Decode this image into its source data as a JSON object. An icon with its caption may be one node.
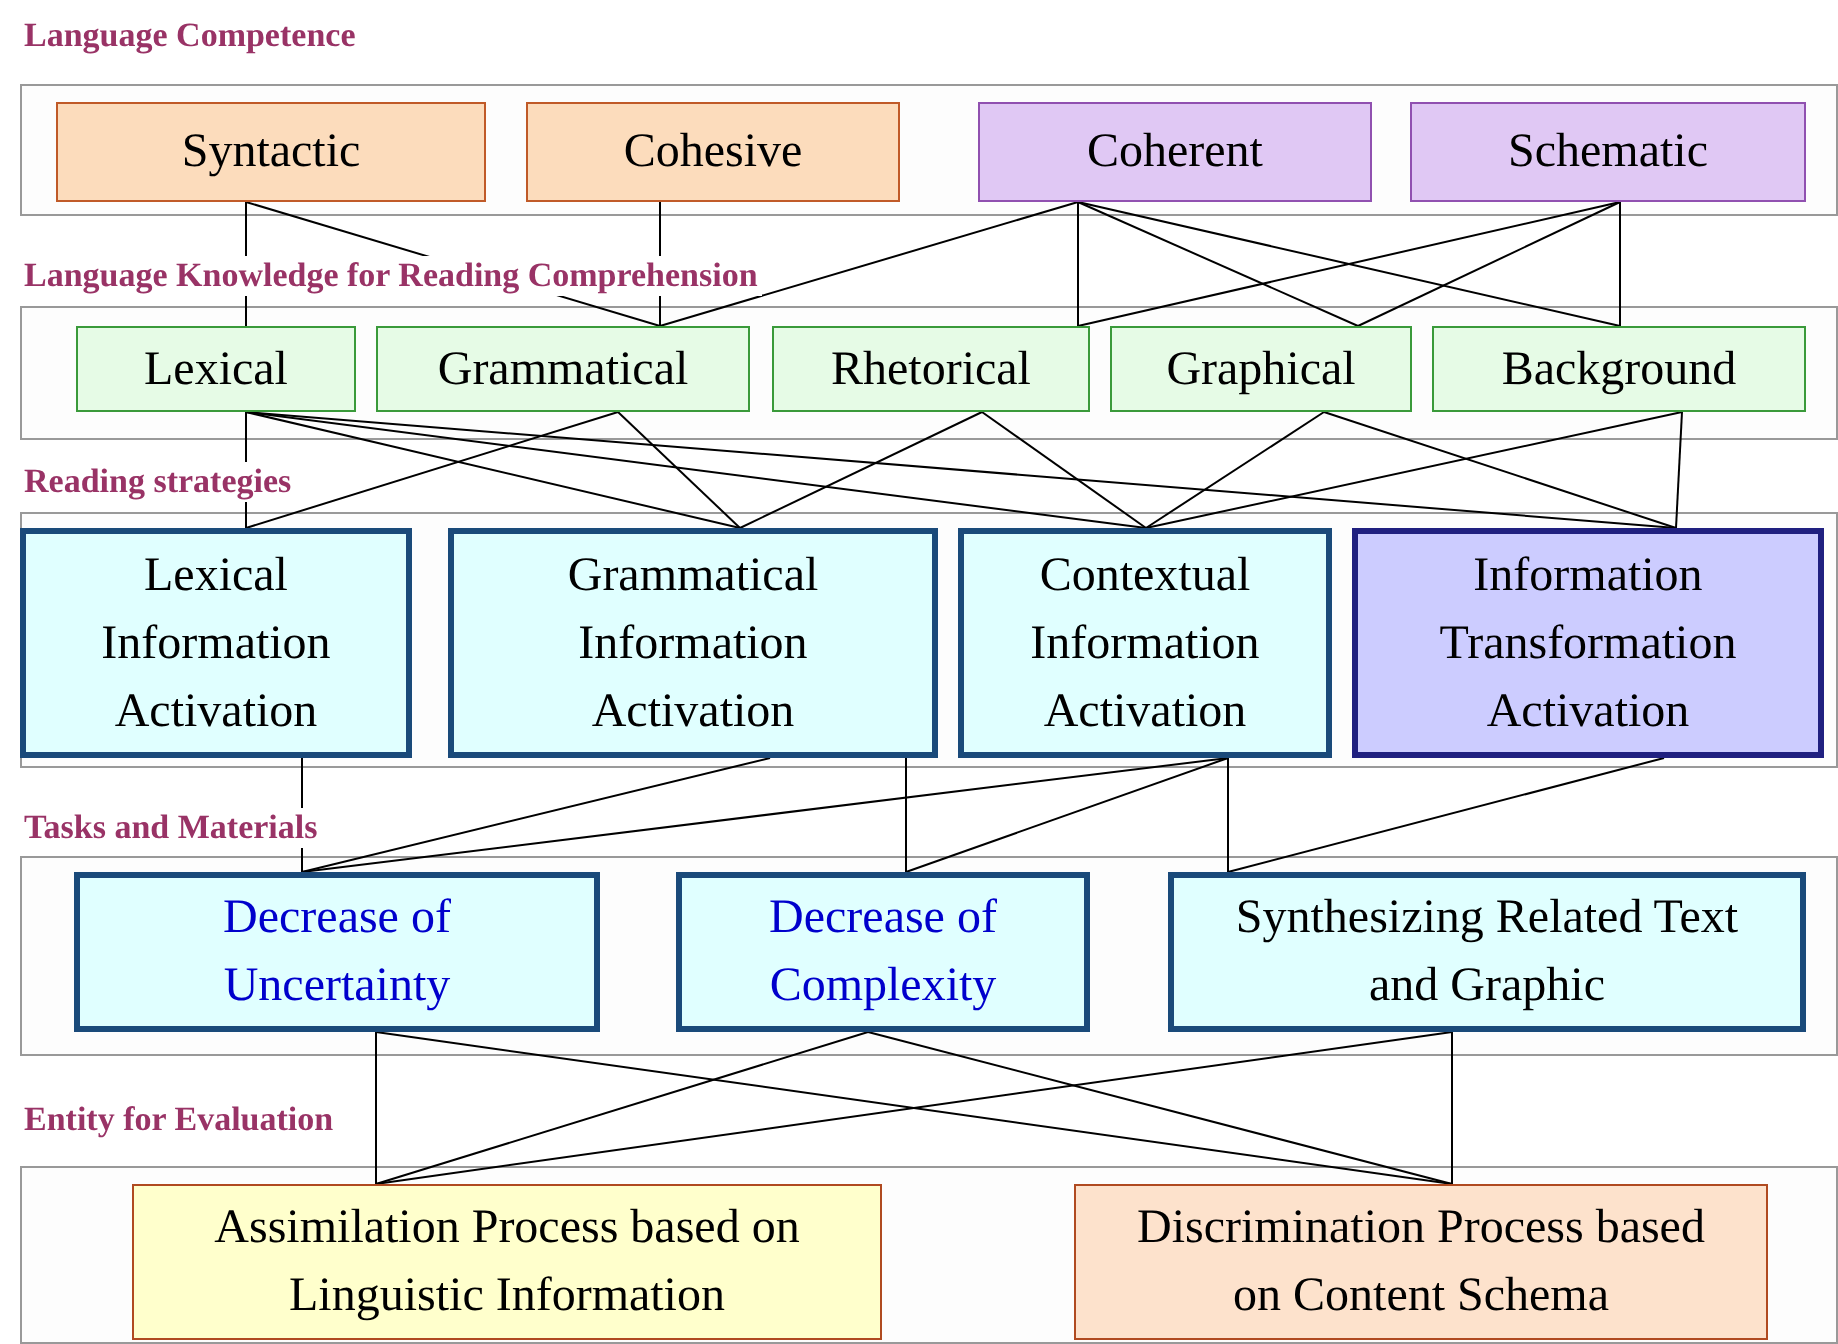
{
  "diagram": {
    "nodes": [
      {
        "text": [
          "Language Competence"
        ]
      },
      {
        "text": [
          "Syntactic"
        ],
        "in": 0
      },
      {
        "text": [
          "Cohesive"
        ],
        "in": 0
      },
      {
        "text": [
          "Coherent"
        ],
        "in": 0
      },
      {
        "text": [
          "Schematic"
        ],
        "in": 0
      },
      {
        "text": [
          "Language Knowledge for Reading Comprehension"
        ]
      },
      {
        "text": [
          "Lexical"
        ],
        "in": 5
      },
      {
        "text": [
          "Grammatical"
        ],
        "in": 5
      },
      {
        "text": [
          "Rhetorical"
        ],
        "in": 5
      },
      {
        "text": [
          "Graphical"
        ],
        "in": 5
      },
      {
        "text": [
          "Background"
        ],
        "in": 5
      },
      {
        "text": [
          "Reading strategies"
        ]
      },
      {
        "text": [
          "Lexical Information Activation"
        ],
        "in": 11
      },
      {
        "text": [
          "Grammatical Information Activation"
        ],
        "in": 11
      },
      {
        "text": [
          "Contextual Information Activation"
        ],
        "in": 11
      },
      {
        "text": [
          "Information Transformation Activation"
        ],
        "in": 11
      },
      {
        "text": [
          "Tasks and Materials"
        ]
      },
      {
        "text": [
          "Decrease of Uncertainty"
        ],
        "in": 16
      },
      {
        "text": [
          "Decrease of Complexity"
        ],
        "in": 16
      },
      {
        "text": [
          "Synthesizing Related Text and Graphic"
        ],
        "in": 16
      },
      {
        "text": [
          "Entity for Evaluation"
        ]
      },
      {
        "text": [
          "Assimilation Process based on Linguistic Information"
        ],
        "in": 20
      },
      {
        "text": [
          "Discrimination Process based on Content Schema"
        ],
        "in": 20
      }
    ],
    "edges": [
      {
        "from": 1,
        "to": 6,
        "arrow": "none"
      },
      {
        "from": 1,
        "to": 7,
        "arrow": "none"
      },
      {
        "from": 2,
        "to": 7,
        "arrow": "none"
      },
      {
        "from": 3,
        "to": 7,
        "arrow": "none"
      },
      {
        "from": 3,
        "to": 8,
        "arrow": "none"
      },
      {
        "from": 3,
        "to": 9,
        "arrow": "none"
      },
      {
        "from": 3,
        "to": 10,
        "arrow": "none"
      },
      {
        "from": 4,
        "to": 8,
        "arrow": "none"
      },
      {
        "from": 4,
        "to": 9,
        "arrow": "none"
      },
      {
        "from": 4,
        "to": 10,
        "arrow": "none"
      },
      {
        "from": 6,
        "to": 12,
        "arrow": "none"
      },
      {
        "from": 6,
        "to": 13,
        "arrow": "none"
      },
      {
        "from": 6,
        "to": 14,
        "arrow": "none"
      },
      {
        "from": 6,
        "to": 15,
        "arrow": "none"
      },
      {
        "from": 7,
        "to": 12,
        "arrow": "none"
      },
      {
        "from": 7,
        "to": 13,
        "arrow": "none"
      },
      {
        "from": 8,
        "to": 13,
        "arrow": "none"
      },
      {
        "from": 8,
        "to": 14,
        "arrow": "none"
      },
      {
        "from": 9,
        "to": 14,
        "arrow": "none"
      },
      {
        "from": 9,
        "to": 15,
        "arrow": "none"
      },
      {
        "from": 10,
        "to": 14,
        "arrow": "none"
      },
      {
        "from": 10,
        "to": 15,
        "arrow": "none"
      },
      {
        "from": 12,
        "to": 17,
        "arrow": "none"
      },
      {
        "from": 13,
        "to": 17,
        "arrow": "none"
      },
      {
        "from": 13,
        "to": 18,
        "arrow": "none"
      },
      {
        "from": 14,
        "to": 17,
        "arrow": "none"
      },
      {
        "from": 14,
        "to": 18,
        "arrow": "none"
      },
      {
        "from": 14,
        "to": 19,
        "arrow": "none"
      },
      {
        "from": 15,
        "to": 19,
        "arrow": "none"
      },
      {
        "from": 17,
        "to": 21,
        "arrow": "none"
      },
      {
        "from": 17,
        "to": 22,
        "arrow": "none"
      },
      {
        "from": 18,
        "to": 21,
        "arrow": "none"
      },
      {
        "from": 18,
        "to": 22,
        "arrow": "none"
      },
      {
        "from": 19,
        "to": 21,
        "arrow": "none"
      },
      {
        "from": 19,
        "to": 22,
        "arrow": "none"
      }
    ]
  }
}
